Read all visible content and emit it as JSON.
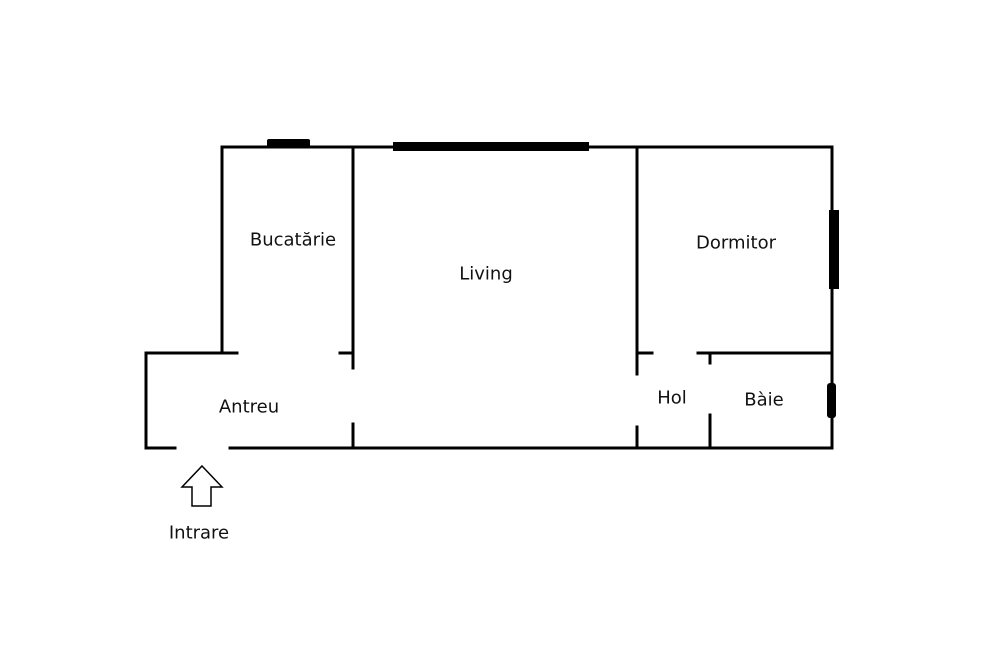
{
  "floor_plan": {
    "rooms": [
      {
        "id": "bucatarie",
        "label": "Bucatărie"
      },
      {
        "id": "living",
        "label": "Living"
      },
      {
        "id": "dormitor",
        "label": "Dormitor"
      },
      {
        "id": "antreu",
        "label": "Antreu"
      },
      {
        "id": "hol",
        "label": "Hol"
      },
      {
        "id": "baie",
        "label": "Bàie"
      }
    ],
    "entrance": {
      "label": "Intrare",
      "icon": "up-arrow-icon"
    },
    "colors": {
      "wall": "#000000",
      "background": "#ffffff",
      "text": "#111111"
    }
  }
}
